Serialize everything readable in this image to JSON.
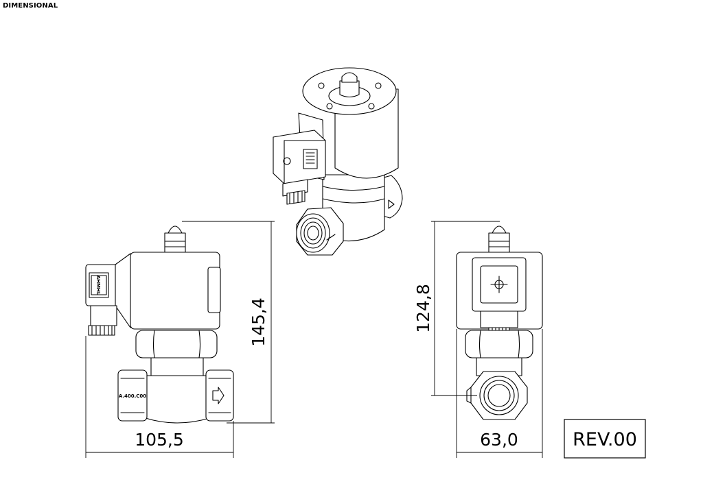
{
  "title": "DIMENSIONAL",
  "dimensions": {
    "height_left": "145,4",
    "width_left": "105,5",
    "height_right": "124,8",
    "width_right": "63,0"
  },
  "revision": "REV.00",
  "connector_brand": "AHMHL"
}
